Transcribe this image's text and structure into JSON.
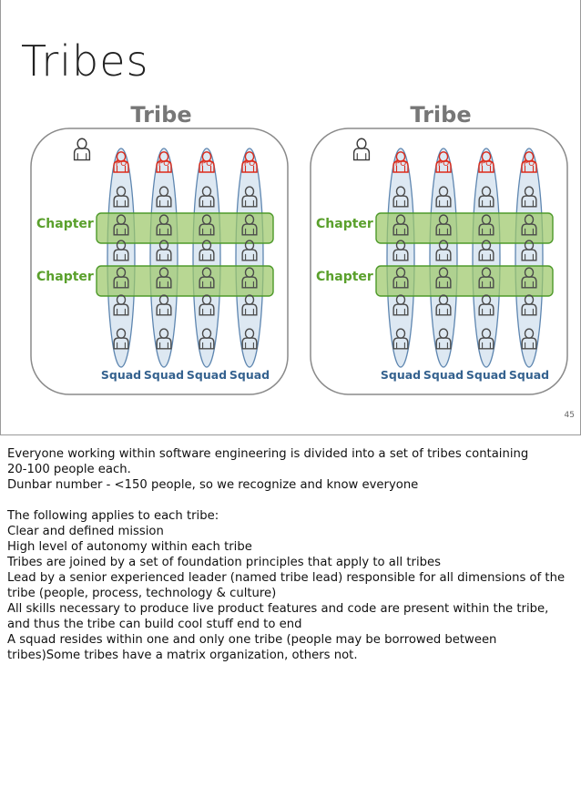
{
  "slide": {
    "title": "Tribes",
    "page_number": "45"
  },
  "diagram": {
    "tribes": [
      {
        "label": "Tribe",
        "chapters": [
          "Chapter",
          "Chapter"
        ],
        "squads": [
          "Squad",
          "Squad",
          "Squad",
          "Squad"
        ],
        "po_labels": [
          "PO",
          "PO",
          "PO",
          "PO"
        ]
      },
      {
        "label": "Tribe",
        "chapters": [
          "Chapter",
          "Chapter"
        ],
        "squads": [
          "Squad",
          "Squad",
          "Squad",
          "Squad"
        ],
        "po_labels": [
          "PO",
          "PO",
          "PO",
          "PO"
        ]
      }
    ],
    "icons": {
      "tribe_lead": "person-icon",
      "member": "person-icon",
      "product_owner": "product-owner-icon"
    },
    "colors": {
      "tribe_text": "#777777",
      "tribe_border": "#8a8a8a",
      "squad_fill": "#dde8f2",
      "squad_stroke": "#5e86b0",
      "chapter_fill": "#9cc76a",
      "chapter_stroke": "#4e9a2a",
      "chapter_text": "#5aa02c",
      "squad_text": "#35628f",
      "po_color": "#dd2a1a",
      "person_stroke": "#3a3a3a"
    }
  },
  "notes": [
    "Everyone working within software engineering is divided into a set of tribes containing",
    "20-100 people each.",
    "Dunbar number - <150 people, so we recognize and know everyone",
    "",
    "The following applies to each tribe:",
    "Clear and defined mission",
    "High level of autonomy within each tribe",
    "Tribes are joined by a set of foundation principles that apply to all tribes",
    "Lead by a senior experienced leader (named tribe lead) responsible for all dimensions of the",
    "tribe (people, process, technology & culture)",
    "All skills necessary to produce live product features and code are present within the tribe,",
    "and thus the tribe can build cool stuff end to end",
    "A squad resides within one and only one tribe (people may be borrowed between",
    "tribes)Some tribes have a matrix organization, others not."
  ]
}
